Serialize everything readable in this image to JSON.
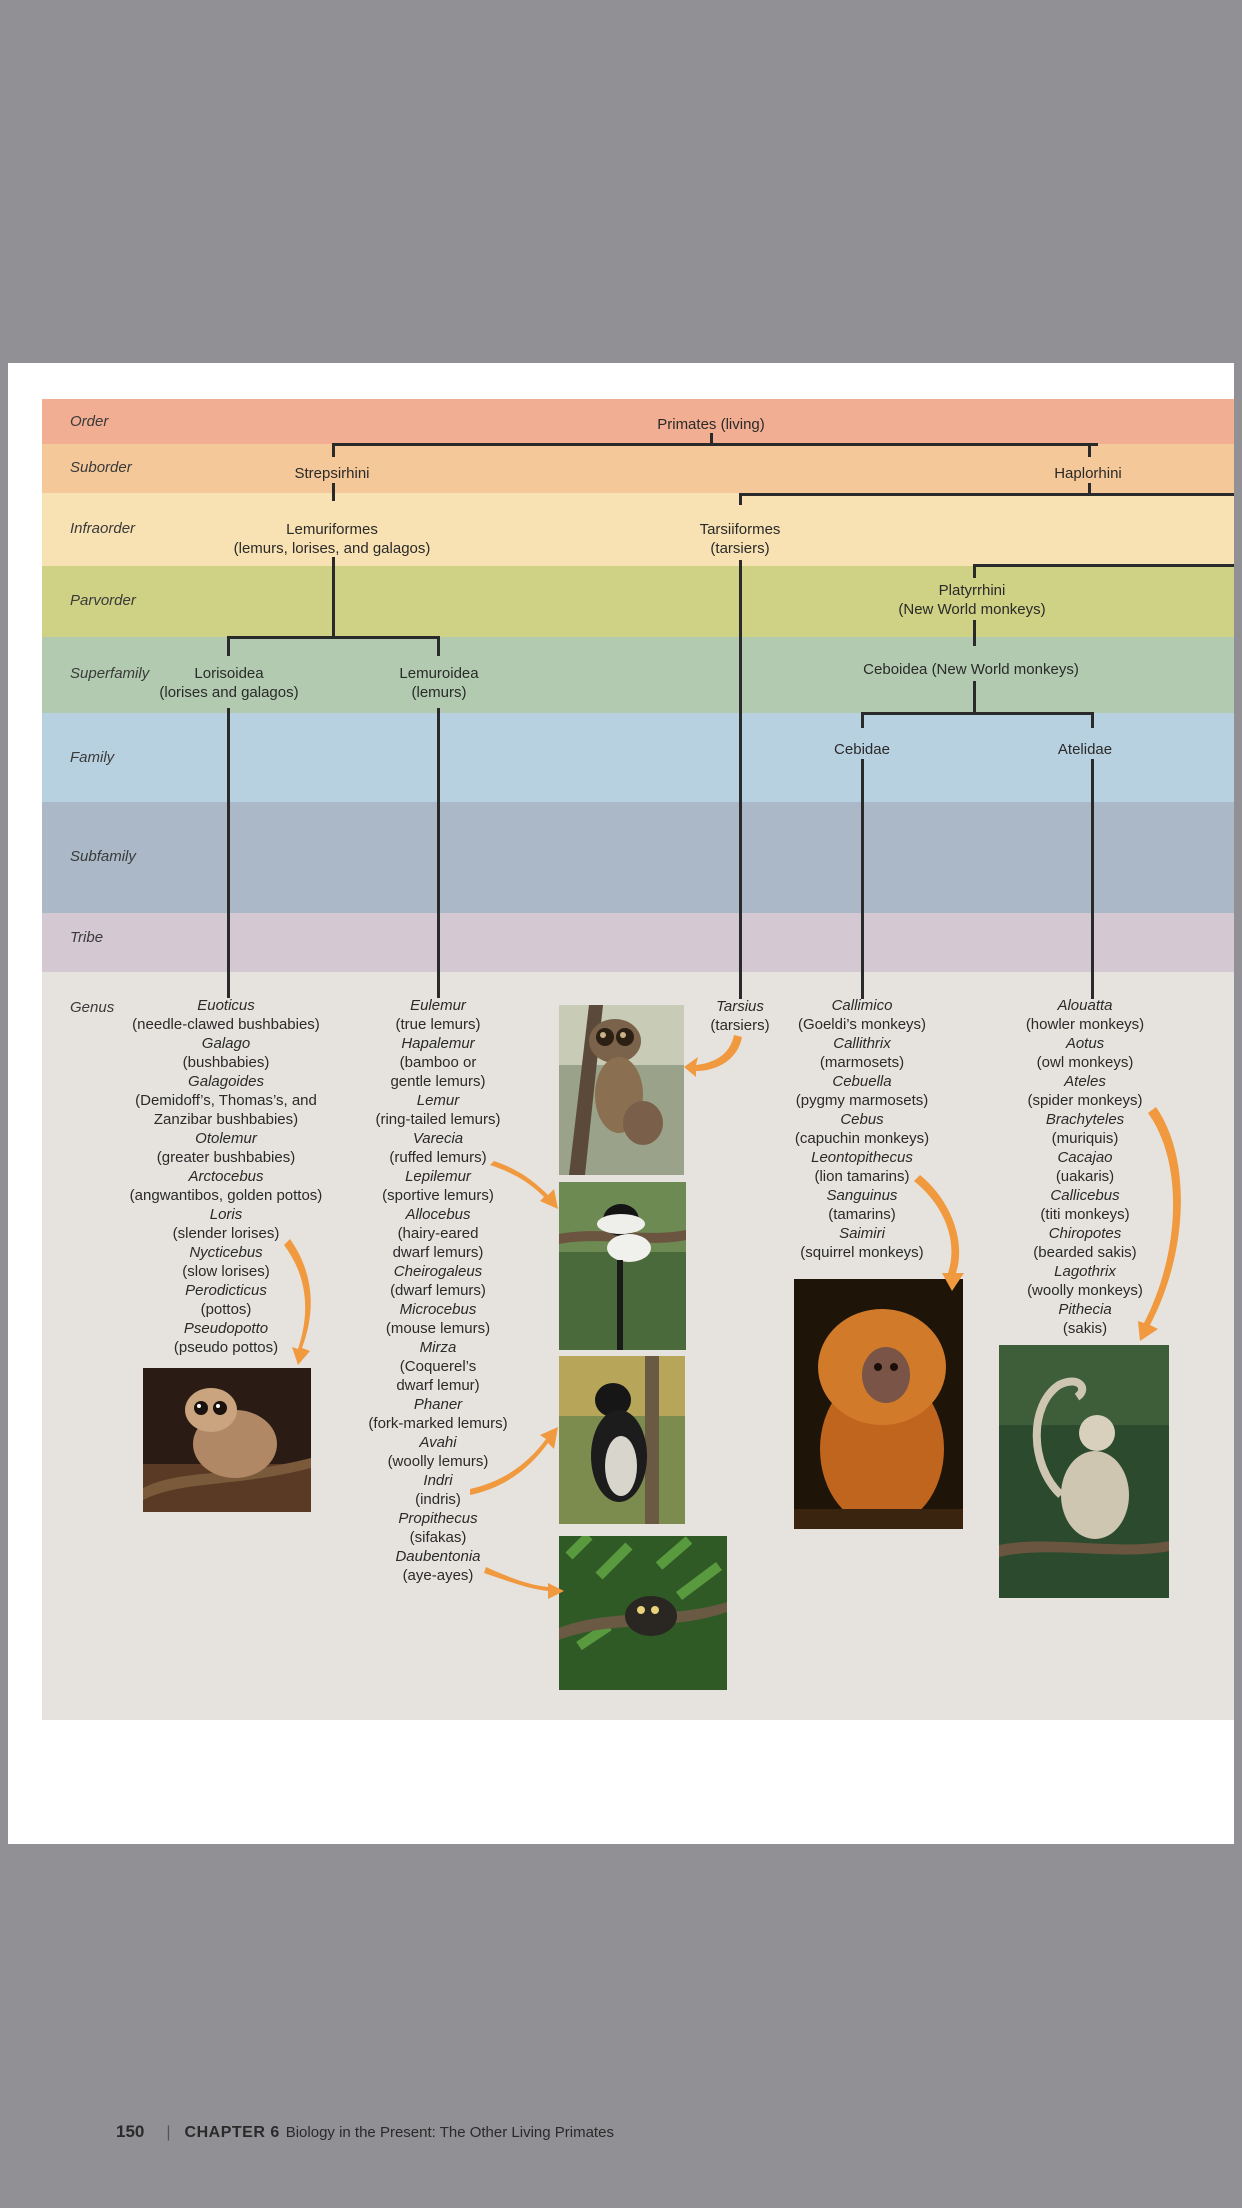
{
  "ranks": {
    "order": "Order",
    "suborder": "Suborder",
    "infraorder": "Infraorder",
    "parvorder": "Parvorder",
    "superfamily": "Superfamily",
    "family": "Family",
    "subfamily": "Subfamily",
    "tribe": "Tribe",
    "genus": "Genus"
  },
  "colors": {
    "order": "#f2ae92",
    "suborder": "#f5c899",
    "infraorder": "#f8e2b3",
    "parvorder": "#cfd185",
    "superfamily": "#b2cbb0",
    "family": "#b8d1e0",
    "subfamily": "#aab8c7",
    "tribe": "#d4c8d3",
    "genus": "#e6e3de",
    "arrow": "#f0993e",
    "page_bg": "#919095"
  },
  "tree": {
    "order": "Primates (living)",
    "strepsirhini": "Strepsirhini",
    "haplorhini": "Haplorhini",
    "lemuriformes": "Lemuriformes",
    "lemuriformes_common": "(lemurs, lorises, and galagos)",
    "tarsiiformes": "Tarsiiformes",
    "tarsiiformes_common": "(tarsiers)",
    "platyrrhini": "Platyrrhini",
    "platyrrhini_common": "(New World monkeys)",
    "lorisoidea": "Lorisoidea",
    "lorisoidea_common": "(lorises and galagos)",
    "lemuroidea": "Lemuroidea",
    "lemuroidea_common": "(lemurs)",
    "ceboidea": "Ceboidea (New World monkeys)",
    "cebidae": "Cebidae",
    "atelidae": "Atelidae"
  },
  "genera": {
    "lorisoidea": [
      {
        "sci": "Euoticus",
        "common": [
          "(needle-clawed bushbabies)"
        ]
      },
      {
        "sci": "Galago",
        "common": [
          "(bushbabies)"
        ]
      },
      {
        "sci": "Galagoides",
        "common": [
          "(Demidoff’s, Thomas’s, and",
          "Zanzibar bushbabies)"
        ]
      },
      {
        "sci": "Otolemur",
        "common": [
          "(greater bushbabies)"
        ]
      },
      {
        "sci": "Arctocebus",
        "common": [
          "(angwantibos, golden pottos)"
        ]
      },
      {
        "sci": "Loris",
        "common": [
          "(slender lorises)"
        ]
      },
      {
        "sci": "Nycticebus",
        "common": [
          "(slow lorises)"
        ]
      },
      {
        "sci": "Perodicticus",
        "common": [
          "(pottos)"
        ]
      },
      {
        "sci": "Pseudopotto",
        "common": [
          "(pseudo pottos)"
        ]
      }
    ],
    "lemuroidea": [
      {
        "sci": "Eulemur",
        "common": [
          "(true lemurs)"
        ]
      },
      {
        "sci": "Hapalemur",
        "common": [
          "(bamboo or",
          "gentle lemurs)"
        ]
      },
      {
        "sci": "Lemur",
        "common": [
          "(ring-tailed lemurs)"
        ]
      },
      {
        "sci": "Varecia",
        "common": [
          "(ruffed lemurs)"
        ]
      },
      {
        "sci": "Lepilemur",
        "common": [
          "(sportive lemurs)"
        ]
      },
      {
        "sci": "Allocebus",
        "common": [
          "(hairy-eared",
          "dwarf lemurs)"
        ]
      },
      {
        "sci": "Cheirogaleus",
        "common": [
          "(dwarf lemurs)"
        ]
      },
      {
        "sci": "Microcebus",
        "common": [
          "(mouse lemurs)"
        ]
      },
      {
        "sci": "Mirza",
        "common": [
          "(Coquerel’s",
          "dwarf lemur)"
        ]
      },
      {
        "sci": "Phaner",
        "common": [
          "(fork-marked lemurs)"
        ]
      },
      {
        "sci": "Avahi",
        "common": [
          "(woolly lemurs)"
        ]
      },
      {
        "sci": "Indri",
        "common": [
          "(indris)"
        ]
      },
      {
        "sci": "Propithecus",
        "common": [
          "(sifakas)"
        ]
      },
      {
        "sci": "Daubentonia",
        "common": [
          "(aye-ayes)"
        ]
      }
    ],
    "tarsiiformes": [
      {
        "sci": "Tarsius",
        "common": [
          "(tarsiers)"
        ]
      }
    ],
    "cebidae": [
      {
        "sci": "Callimico",
        "common": [
          "(Goeldi’s monkeys)"
        ]
      },
      {
        "sci": "Callithrix",
        "common": [
          "(marmosets)"
        ]
      },
      {
        "sci": "Cebuella",
        "common": [
          "(pygmy marmosets)"
        ]
      },
      {
        "sci": "Cebus",
        "common": [
          "(capuchin monkeys)"
        ]
      },
      {
        "sci": "Leontopithecus",
        "common": [
          "(lion tamarins)"
        ]
      },
      {
        "sci": "Sanguinus",
        "common": [
          "(tamarins)"
        ]
      },
      {
        "sci": "Saimiri",
        "common": [
          "(squirrel monkeys)"
        ]
      }
    ],
    "atelidae": [
      {
        "sci": "Alouatta",
        "common": [
          "(howler monkeys)"
        ]
      },
      {
        "sci": "Aotus",
        "common": [
          "(owl monkeys)"
        ]
      },
      {
        "sci": "Ateles",
        "common": [
          "(spider monkeys)"
        ]
      },
      {
        "sci": "Brachyteles",
        "common": [
          "(muriquis)"
        ]
      },
      {
        "sci": "Cacajao",
        "common": [
          "(uakaris)"
        ]
      },
      {
        "sci": "Callicebus",
        "common": [
          "(titi monkeys)"
        ]
      },
      {
        "sci": "Chiropotes",
        "common": [
          "(bearded sakis)"
        ]
      },
      {
        "sci": "Lagothrix",
        "common": [
          "(woolly monkeys)"
        ]
      },
      {
        "sci": "Pithecia",
        "common": [
          "(sakis)"
        ]
      }
    ]
  },
  "footer": {
    "page_number": "150",
    "separator": "|",
    "chapter": "CHAPTER 6",
    "title": "Biology in the Present: The Other Living Primates"
  }
}
